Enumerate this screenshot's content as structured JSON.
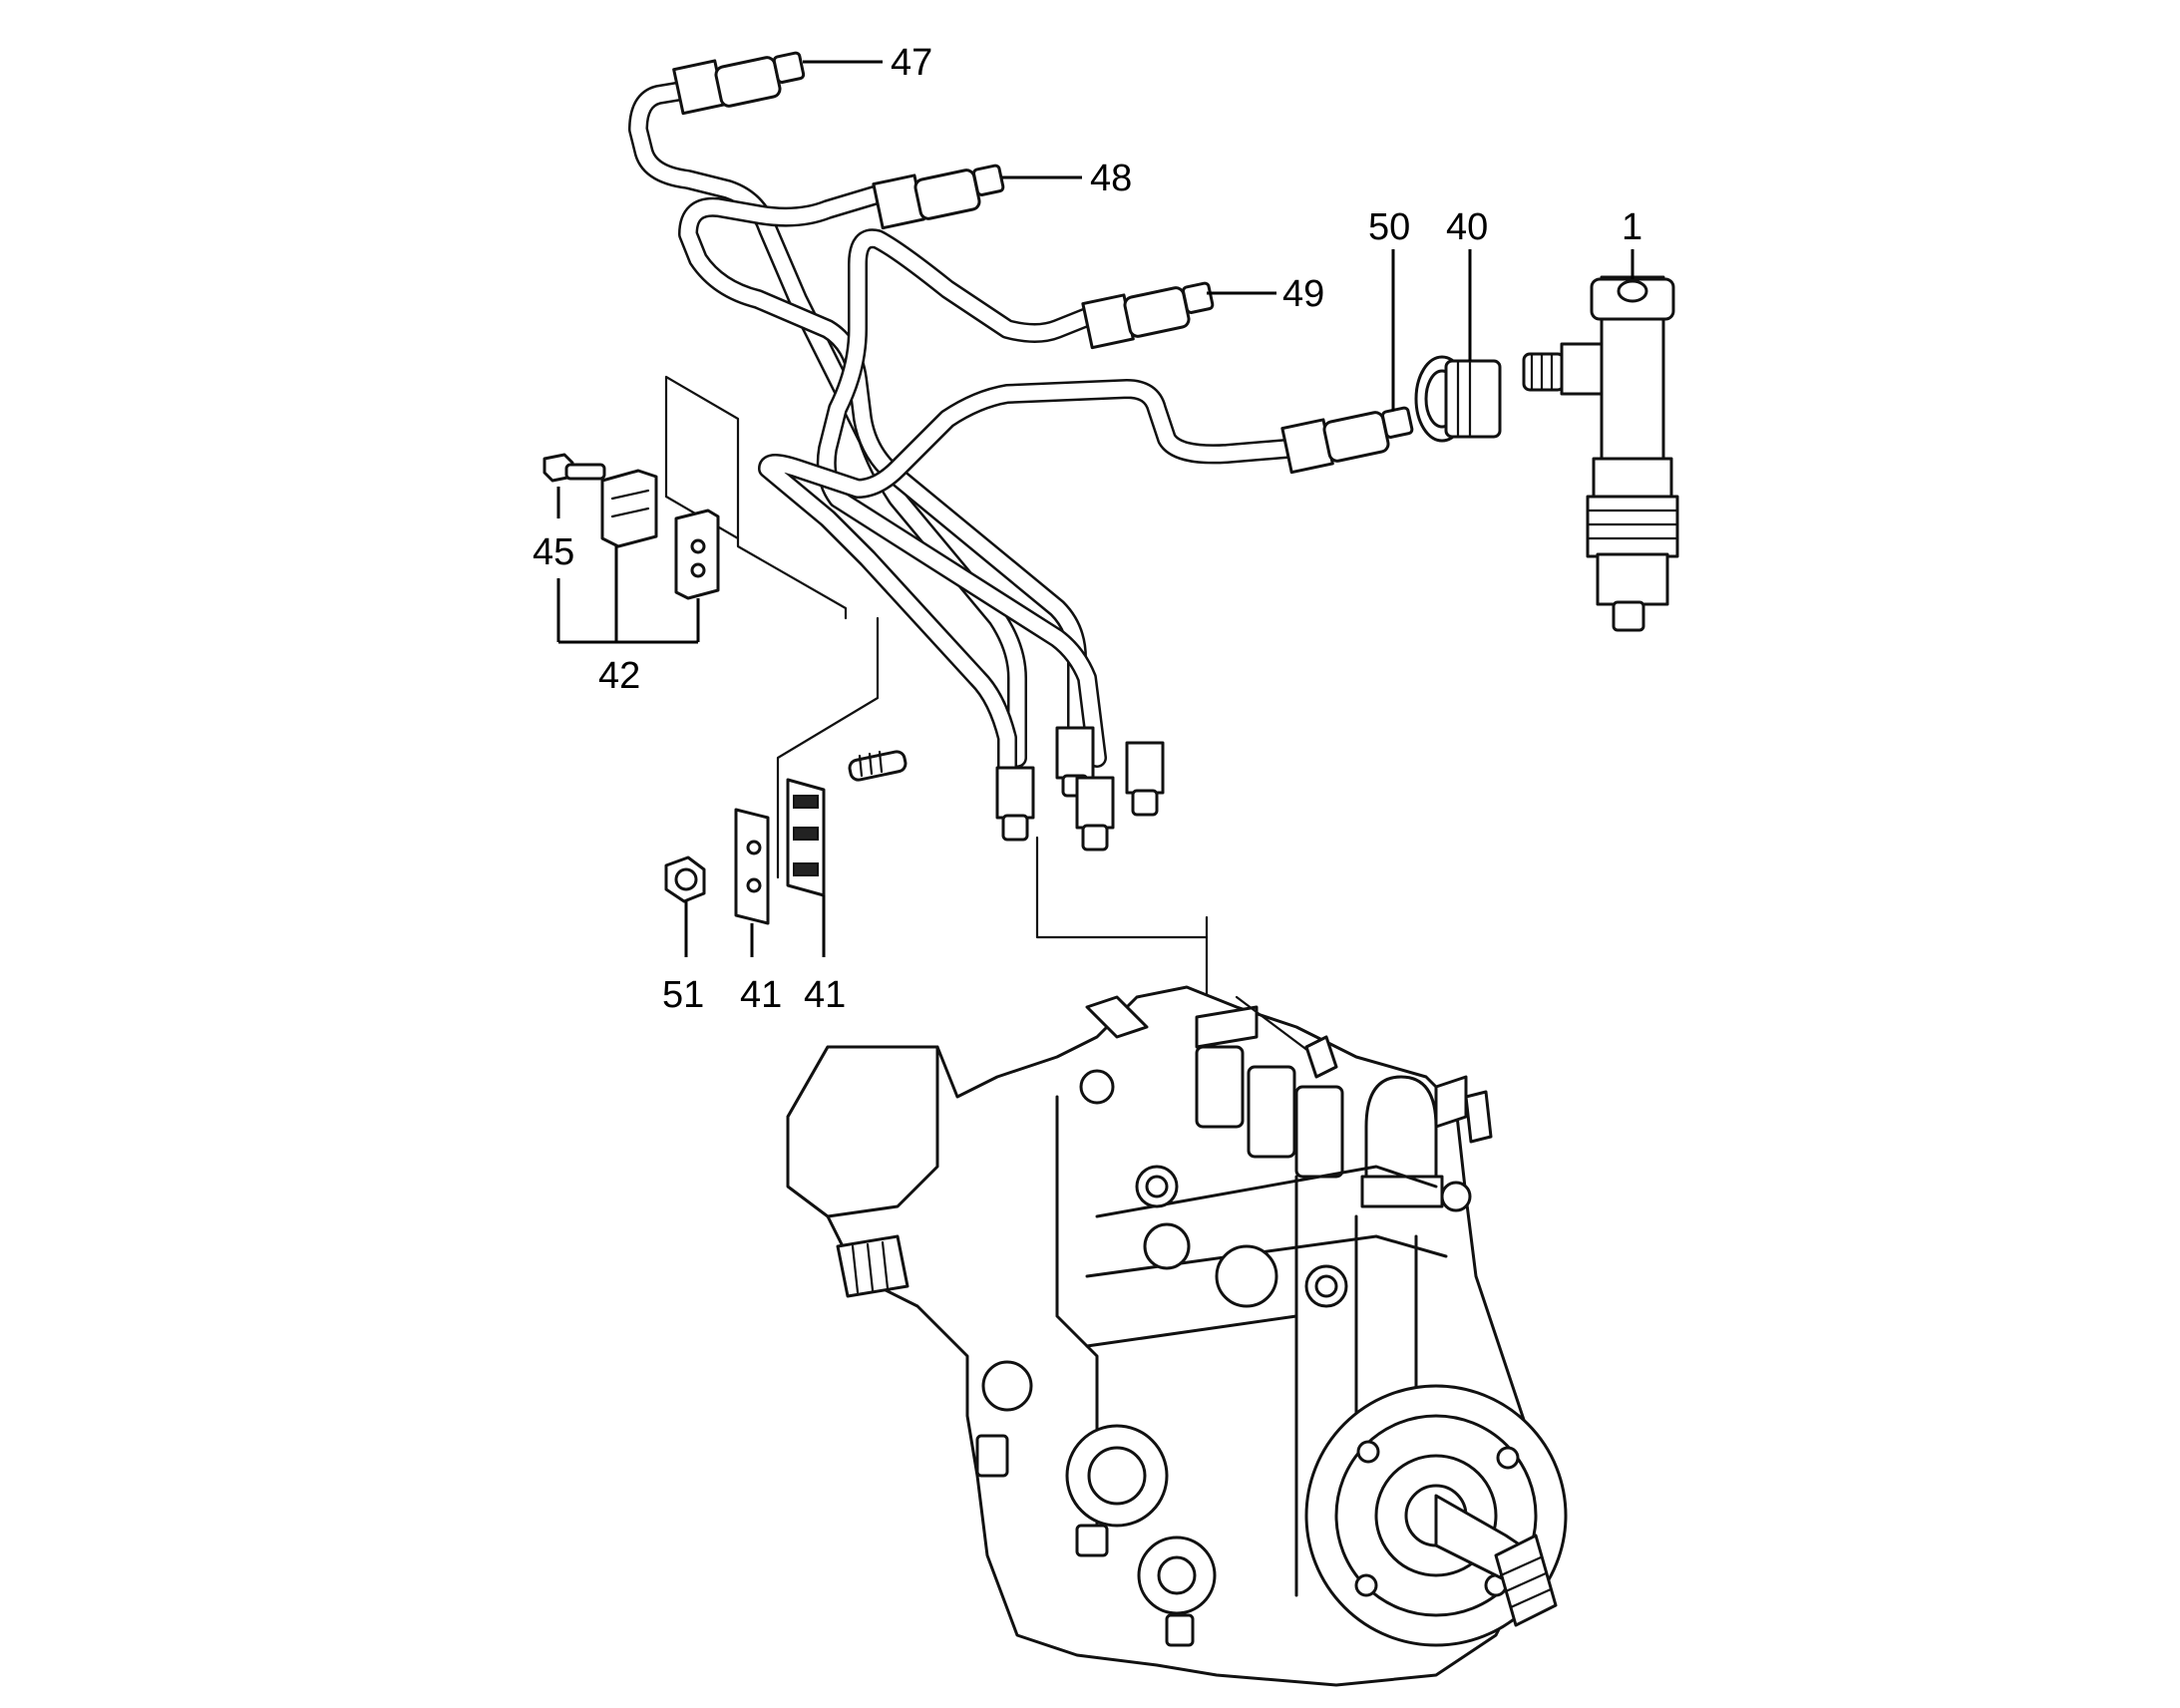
{
  "callouts": {
    "c47": "47",
    "c48": "48",
    "c49": "49",
    "c50": "50",
    "c40": "40",
    "c1": "1",
    "c45": "45",
    "c42": "42",
    "c51": "51",
    "c41a": "41",
    "c41b": "41"
  },
  "parts": [
    {
      "id": "1",
      "name": "injector-icon"
    },
    {
      "id": "40",
      "name": "injector-seal-icon"
    },
    {
      "id": "41",
      "name": "pipe-clamp-icon"
    },
    {
      "id": "42",
      "name": "clamp-set-icon"
    },
    {
      "id": "45",
      "name": "bolt-icon"
    },
    {
      "id": "47",
      "name": "injection-pipe-1-icon"
    },
    {
      "id": "48",
      "name": "injection-pipe-2-icon"
    },
    {
      "id": "49",
      "name": "injection-pipe-3-icon"
    },
    {
      "id": "50",
      "name": "injection-pipe-4-icon"
    },
    {
      "id": "51",
      "name": "nut-icon"
    }
  ]
}
